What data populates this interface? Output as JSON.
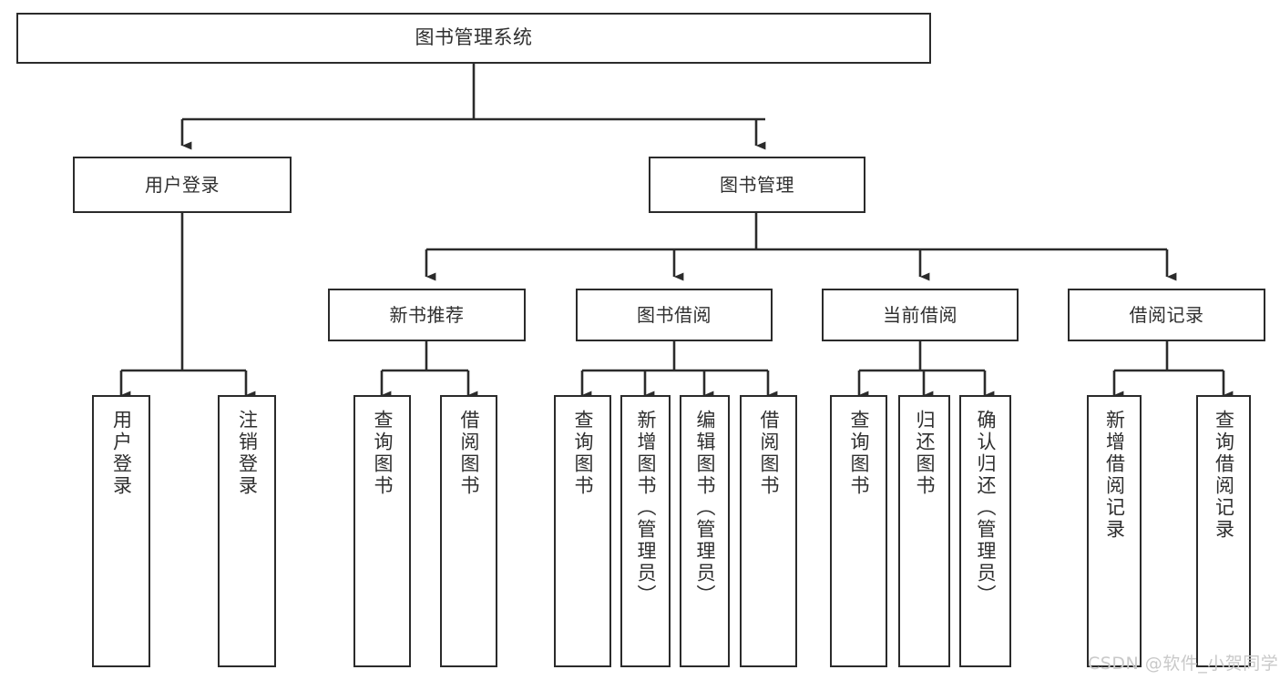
{
  "diagram": {
    "type": "hierarchy-tree",
    "title": "图书管理系统",
    "orientation": "top-down",
    "background_color": "#ffffff",
    "box_border_color": "#2b2b2b",
    "connector_color": "#2b2b2b",
    "text_color": "#2f2f2f",
    "levels": 4
  },
  "nodes": {
    "root": {
      "label": "图书管理系统"
    },
    "level2": [
      {
        "label": "用户登录"
      },
      {
        "label": "图书管理"
      }
    ],
    "level3": [
      {
        "label": "新书推荐"
      },
      {
        "label": "图书借阅"
      },
      {
        "label": "当前借阅"
      },
      {
        "label": "借阅记录"
      }
    ],
    "leaves": {
      "user_login": [
        {
          "label": "用户登录"
        },
        {
          "label": "注销登录"
        }
      ],
      "new_book_recommend": [
        {
          "label": "查询图书"
        },
        {
          "label": "借阅图书"
        }
      ],
      "book_borrow": [
        {
          "label": "查询图书"
        },
        {
          "label": "新增图书（管理员）"
        },
        {
          "label": "编辑图书（管理员）"
        },
        {
          "label": "借阅图书"
        }
      ],
      "current_borrow": [
        {
          "label": "查询图书"
        },
        {
          "label": "归还图书"
        },
        {
          "label": "确认归还（管理员）"
        }
      ],
      "borrow_record": [
        {
          "label": "新增借阅记录"
        },
        {
          "label": "查询借阅记录"
        }
      ]
    }
  },
  "watermark": {
    "text": "CSDN @软件_小贺同学",
    "color": "#c9c9c9"
  }
}
